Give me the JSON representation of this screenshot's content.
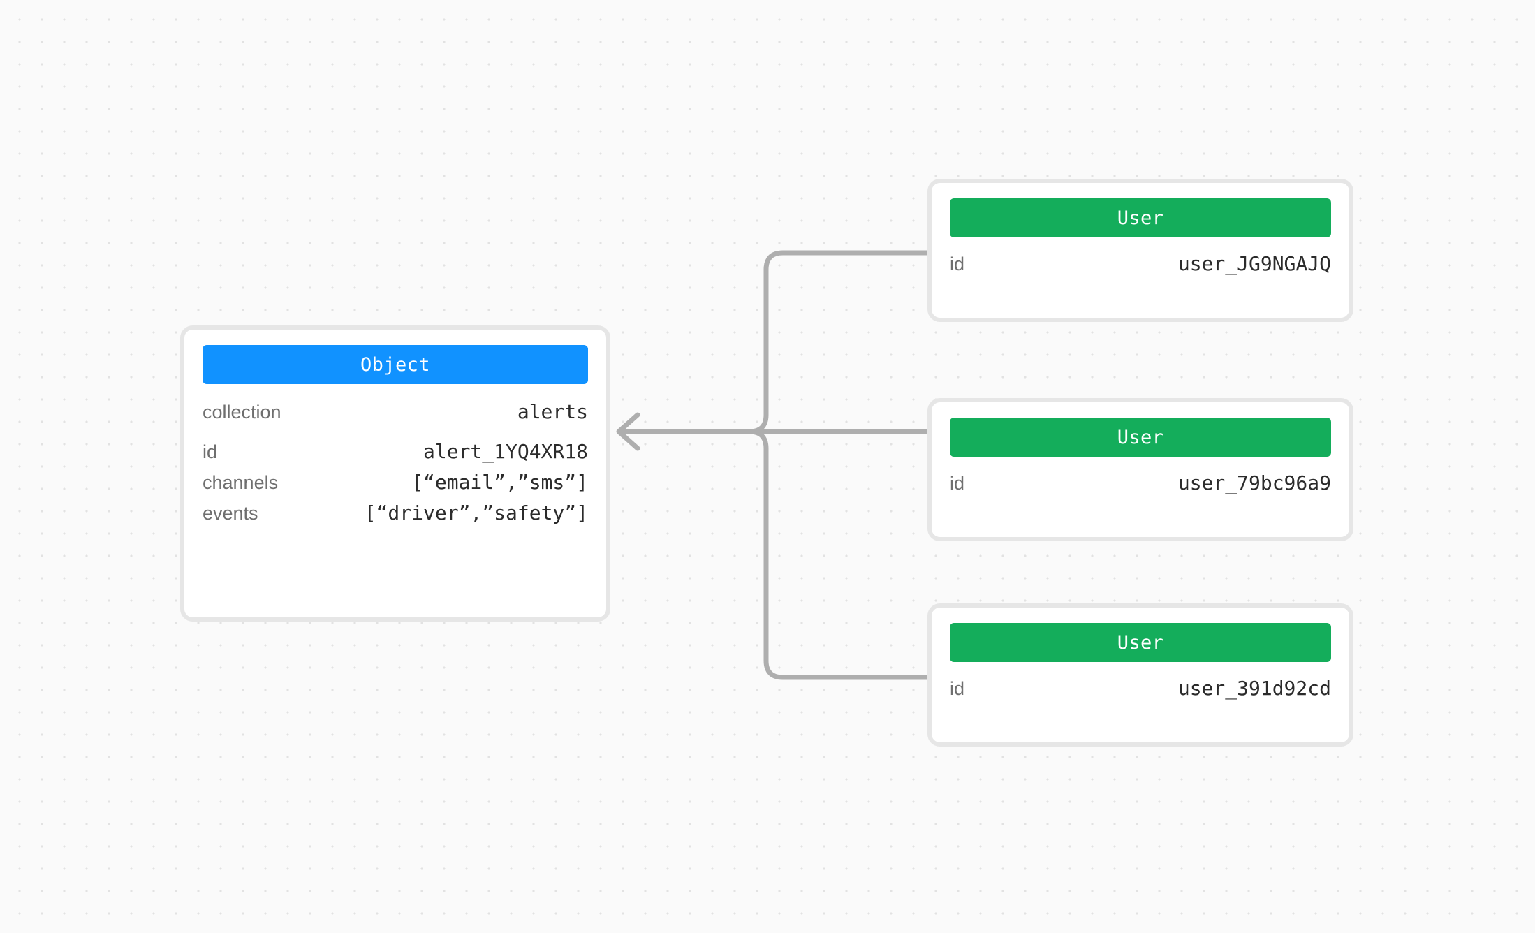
{
  "canvas": {
    "background_color": "#fafafa",
    "dot_color": "#e2e2e2",
    "edge_color": "#aeaeae"
  },
  "diagram": {
    "type": "entity-relationship-graph",
    "source_node": "object-alerts",
    "edge_direction": "users-to-object",
    "edge_count": 3
  },
  "object_node": {
    "header_label": "Object",
    "header_color": "#1192ff",
    "groups": [
      {
        "rows": [
          {
            "key": "collection",
            "value": "alerts"
          }
        ]
      },
      {
        "rows": [
          {
            "key": "id",
            "value": "alert_1YQ4XR18"
          },
          {
            "key": "channels",
            "value": "[“email”,”sms”]"
          },
          {
            "key": "events",
            "value": "[“driver”,”safety”]"
          }
        ]
      }
    ]
  },
  "user_nodes": [
    {
      "header_label": "User",
      "header_color": "#14ad5b",
      "rows": [
        {
          "key": "id",
          "value": "user_JG9NGAJQ"
        }
      ]
    },
    {
      "header_label": "User",
      "header_color": "#14ad5b",
      "rows": [
        {
          "key": "id",
          "value": "user_79bc96a9"
        }
      ]
    },
    {
      "header_label": "User",
      "header_color": "#14ad5b",
      "rows": [
        {
          "key": "id",
          "value": "user_391d92cd"
        }
      ]
    }
  ]
}
